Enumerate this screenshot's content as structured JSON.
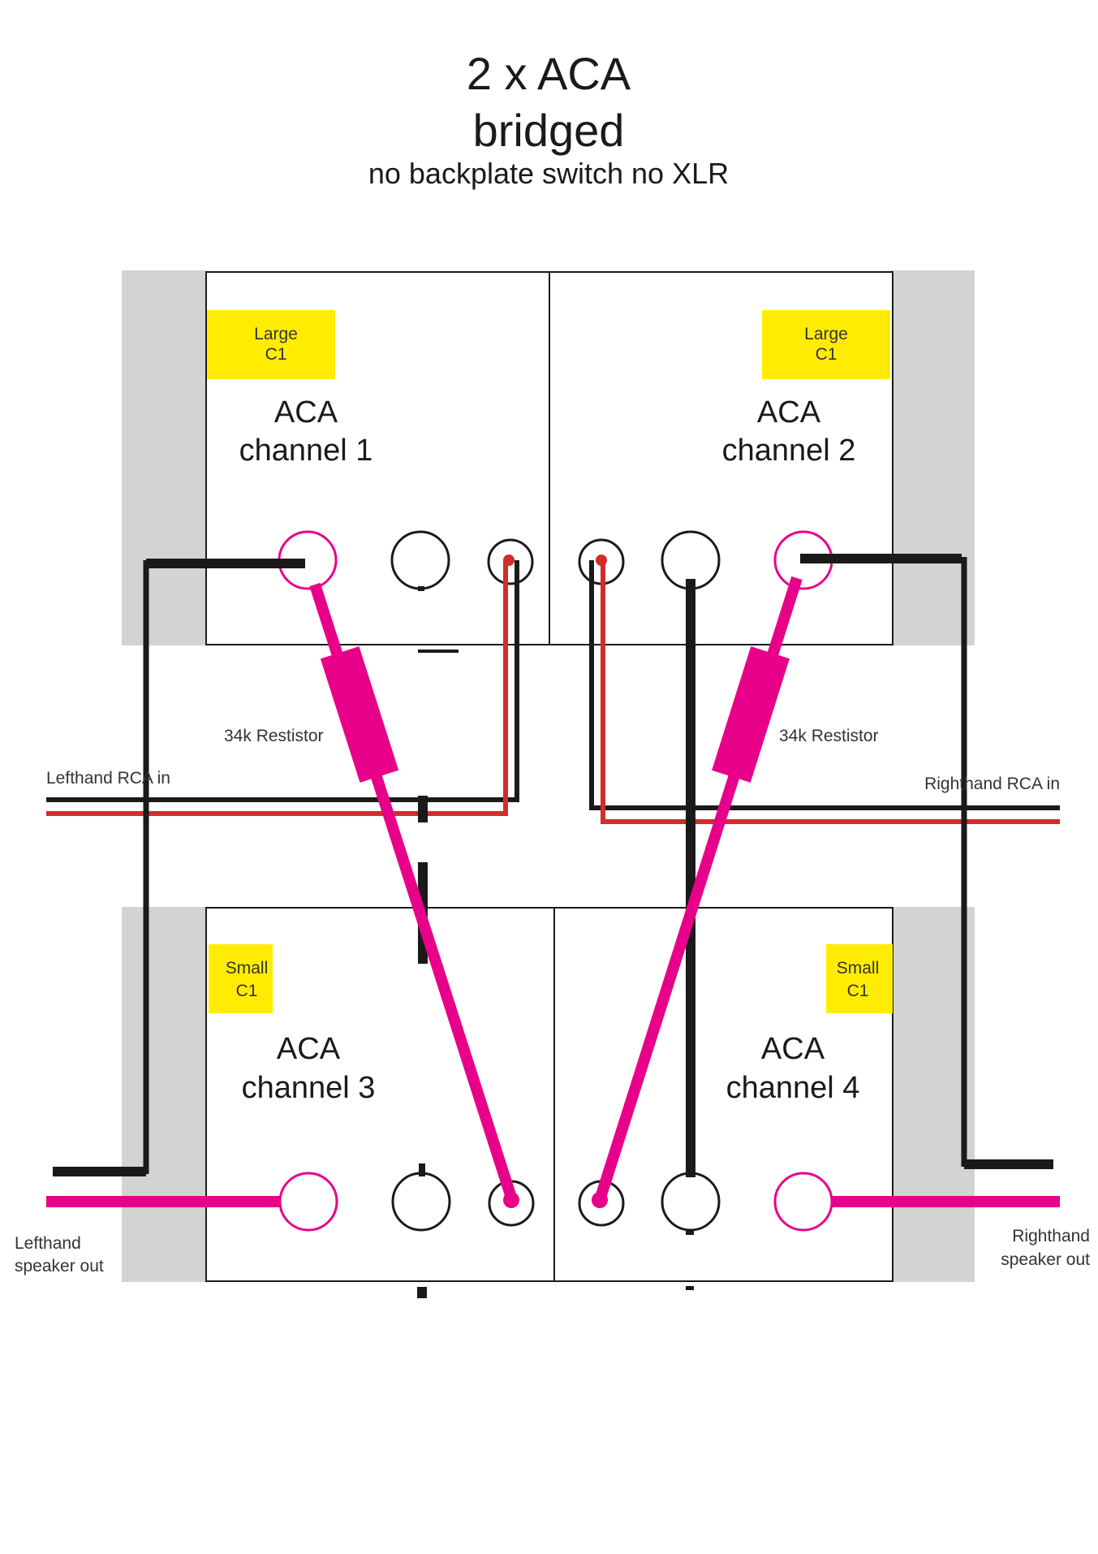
{
  "title": {
    "line1": "2 x ACA",
    "line2": "bridged",
    "line3": "no backplate switch no XLR"
  },
  "channels": [
    {
      "name": "ACA",
      "channel": "channel 1",
      "cap_top": "Large",
      "cap_bottom": "C1"
    },
    {
      "name": "ACA",
      "channel": "channel 2",
      "cap_top": "Large",
      "cap_bottom": "C1"
    },
    {
      "name": "ACA",
      "channel": "channel 3",
      "cap_top": "Small",
      "cap_bottom": "C1"
    },
    {
      "name": "ACA",
      "channel": "channel 4",
      "cap_top": "Small",
      "cap_bottom": "C1"
    }
  ],
  "resistor_label": "34k Restistor",
  "inputs": {
    "left": "Lefthand RCA in",
    "right": "Righthand RCA in"
  },
  "outputs": {
    "left_line1": "Lefthand",
    "left_line2": "speaker out",
    "right_line1": "Righthand",
    "right_line2": "speaker out"
  },
  "colors": {
    "wire_black": "#1a1a1a",
    "wire_red": "#d42b2b",
    "wire_magenta": "#e8008a",
    "cap_yellow": "#ffec00",
    "panel_gray": "#d3d3d3"
  }
}
